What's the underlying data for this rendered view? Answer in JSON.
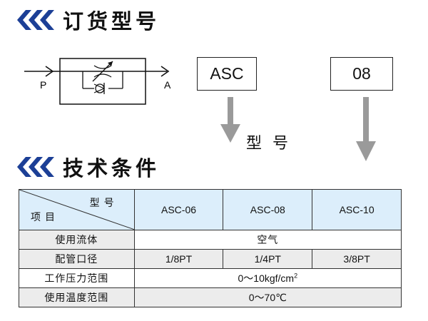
{
  "section_order": {
    "title": "订货型号",
    "diagram": {
      "port_in": "P",
      "port_out": "A"
    },
    "code_box_1": "ASC",
    "code_box_2": "08",
    "model_label": "型 号"
  },
  "section_spec": {
    "title": "技术条件",
    "table": {
      "corner_top": "型号",
      "corner_bottom": "项目",
      "columns": [
        "ASC-06",
        "ASC-08",
        "ASC-10"
      ],
      "rows": [
        {
          "label": "使用流体",
          "merged": "空气"
        },
        {
          "label": "配管口径",
          "values": [
            "1/8PT",
            "1/4PT",
            "3/8PT"
          ]
        },
        {
          "label": "工作压力范围",
          "merged_main": "0～10kgf/cm",
          "merged_sup": "2"
        },
        {
          "label": "使用温度范围",
          "merged": "0～70℃"
        }
      ]
    }
  },
  "colors": {
    "chevron": "#1c3f96",
    "arrow": "#9a9a9a",
    "header_blue": "#dceefb",
    "row_gray": "#ececec"
  }
}
